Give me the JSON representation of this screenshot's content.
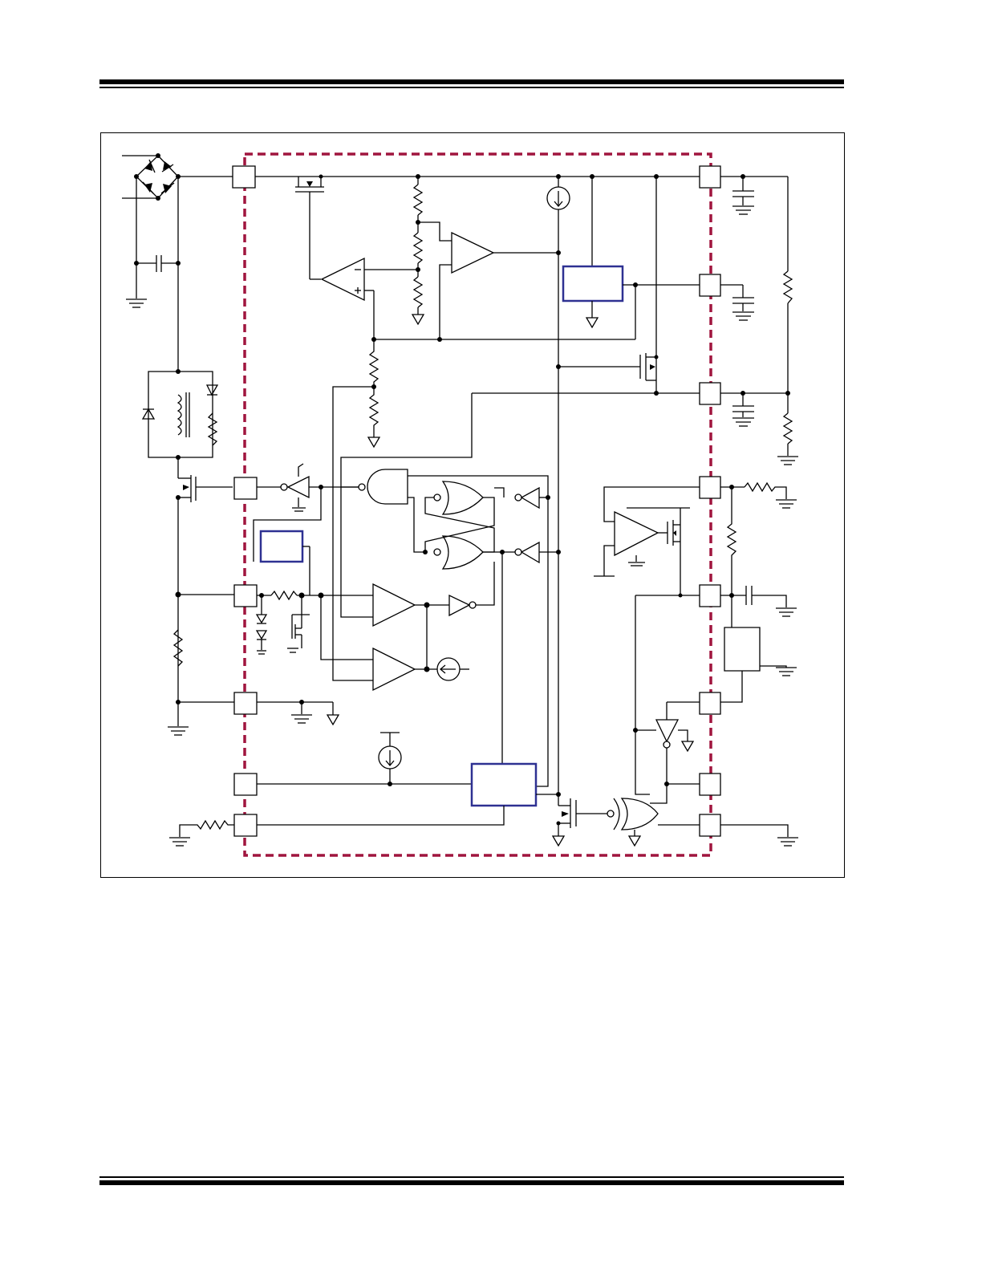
{
  "figure": {
    "frame_color": "#000000",
    "die_boundary_color": "#a0153e",
    "block_outline_color": "#2e3192",
    "wire_color": "#000000"
  },
  "diagram": {
    "pin_pads": [
      {
        "name": "pin-left-1"
      },
      {
        "name": "pin-left-2"
      },
      {
        "name": "pin-left-3"
      },
      {
        "name": "pin-left-4"
      },
      {
        "name": "pin-left-5"
      },
      {
        "name": "pin-left-6"
      },
      {
        "name": "pin-right-1"
      },
      {
        "name": "pin-right-2"
      },
      {
        "name": "pin-right-3"
      },
      {
        "name": "pin-right-4"
      },
      {
        "name": "pin-right-5"
      },
      {
        "name": "pin-right-6"
      },
      {
        "name": "pin-right-7"
      },
      {
        "name": "pin-right-8"
      }
    ]
  }
}
